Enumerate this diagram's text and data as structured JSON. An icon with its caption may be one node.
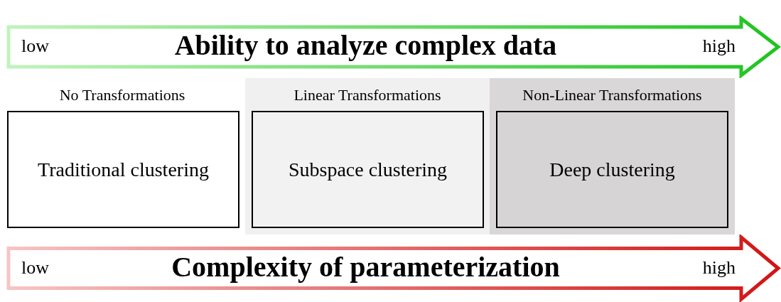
{
  "diagram": {
    "nodes": [
      {
        "text": [
          "low",
          "Ability to analyze complex data",
          "high"
        ]
      },
      {
        "text": [
          "No Transformations"
        ]
      },
      {
        "text": [
          "Traditional clustering"
        ],
        "in": 1
      },
      {
        "text": [
          "Linear Transformations"
        ]
      },
      {
        "text": [
          "Subspace clustering"
        ],
        "in": 3
      },
      {
        "text": [
          "Non-Linear Transformations"
        ]
      },
      {
        "text": [
          "Deep clustering"
        ],
        "in": 5
      },
      {
        "text": [
          "low",
          "Complexity of parameterization",
          "high"
        ]
      }
    ]
  }
}
